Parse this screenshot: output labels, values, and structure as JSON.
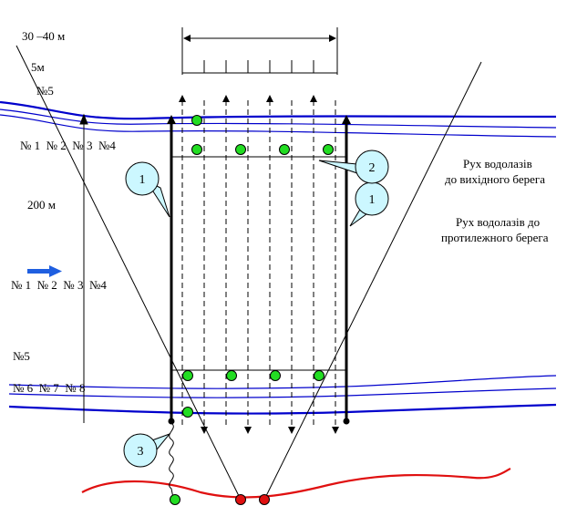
{
  "labels": {
    "width_range": "30 –40 м",
    "spacing": "5м",
    "length": "200 м",
    "pos_top5": "№5",
    "pos_row1": "№ 1  № 2  № 3  №4",
    "pos_row_mid": "№ 1  № 2  № 3  №4",
    "pos_bottom5": "№5",
    "pos_row_bottom": "№ 6  № 7  № 8",
    "note_exit_line1": "Рух водолазів",
    "note_exit_line2": "до вихідного берега",
    "note_opposite_line1": "Рух водолазів до",
    "note_opposite_line2": "протилежного берега"
  },
  "callouts": {
    "left_rope": "1",
    "right_rope": "1",
    "cross_line": "2",
    "signal_line": "3"
  },
  "colors": {
    "river_bank": "#0000cc",
    "current_arrow": "#1f5fe0",
    "diver_marker": "#22dd22",
    "bank_line": "#e01010",
    "callout_fill": "#ccf7ff",
    "line": "#000000"
  }
}
